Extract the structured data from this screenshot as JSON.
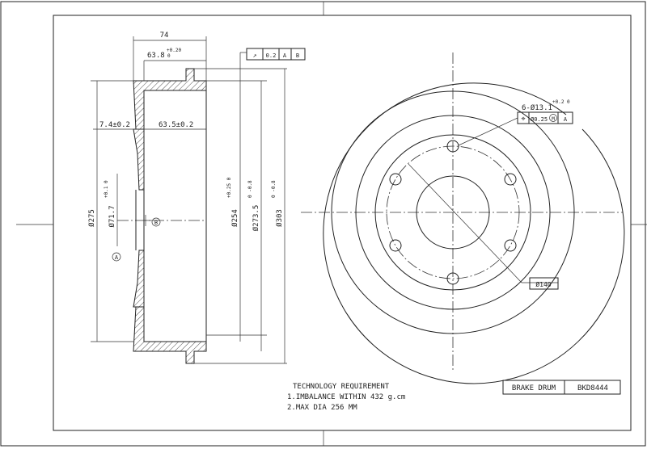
{
  "title_block": {
    "part_name": "BRAKE DRUM",
    "part_number": "BKD8444"
  },
  "requirements": {
    "heading": "TECHNOLOGY REQUIREMENT",
    "items": [
      "1.IMBALANCE WITHIN 432 g.cm",
      "2.MAX DIA 256 MM"
    ]
  },
  "section_view": {
    "dim_width": "74",
    "dim_inner_depth": "63.8",
    "dim_inner_depth_tol": "+0.20",
    "dim_inner_depth_tol_low": "0",
    "dim_flange": "7.4±0.2",
    "dim_depth": "63.5±0.2",
    "dia_275": "Ø275",
    "dia_pilot": "Ø71.7",
    "dia_pilot_tol": "+0.1 0",
    "dia_braking": "Ø254",
    "dia_braking_tol": "+0.25 0",
    "dia_273": "Ø273.5",
    "dia_273_tol": "0 -0.8",
    "dia_303": "Ø303",
    "dia_303_tol": "0 -0.8",
    "datum_a": "A",
    "datum_b": "B",
    "runout_frame": {
      "symbol": "↗",
      "value": "0.2",
      "ref1": "A",
      "ref2": "B"
    }
  },
  "front_view": {
    "holes": "6-Ø13.1",
    "holes_tol": "+0.2 0",
    "position_frame": {
      "symbol": "⌖",
      "value": "Ø0.25",
      "modifier": "M",
      "ref": "A"
    },
    "bolt_circle": "Ø140"
  }
}
